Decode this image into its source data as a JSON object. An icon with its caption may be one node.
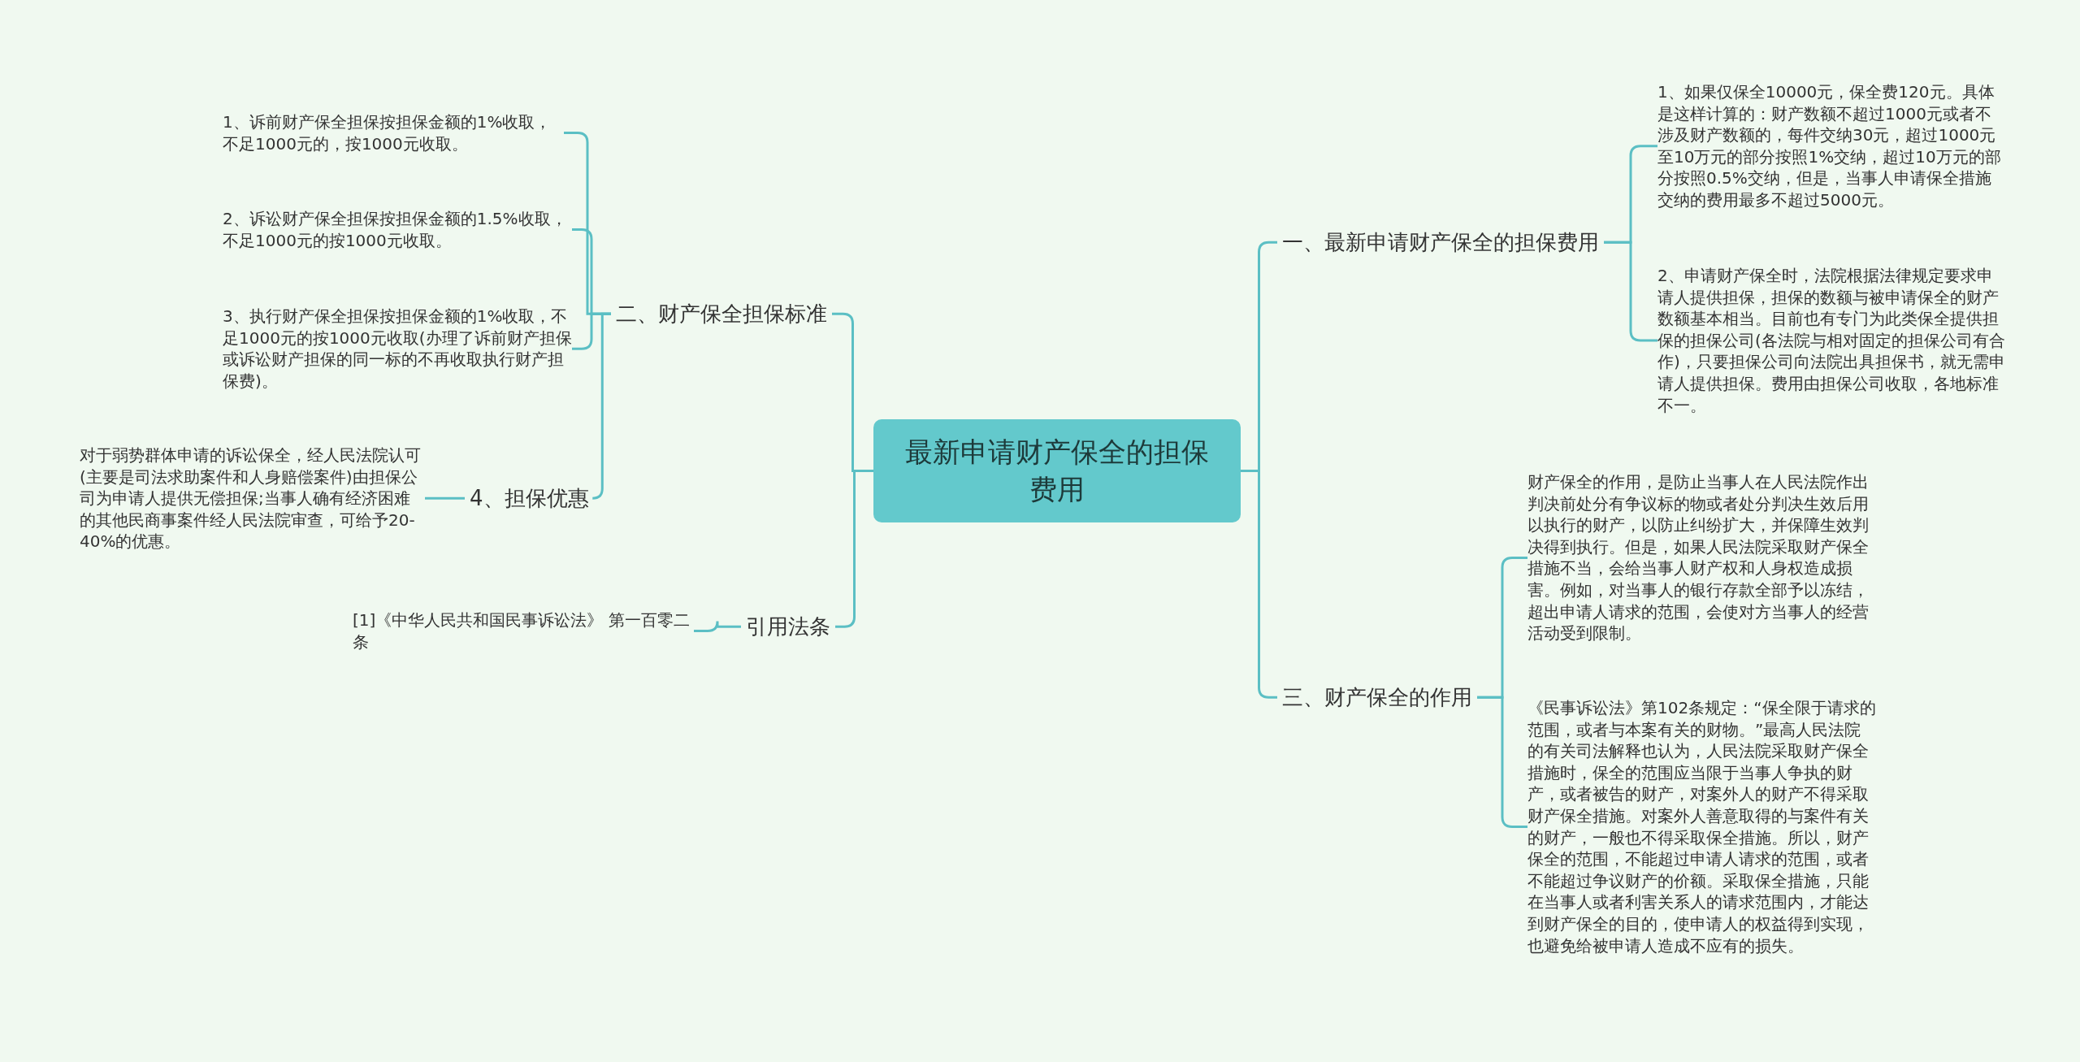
{
  "diagram": {
    "nodes": [
      {
        "text": [
          "最新申请财产保全的担保费用"
        ]
      },
      {
        "text": [
          "一、最新申请财产保全的担保费用"
        ]
      },
      {
        "text": [
          "1、如果仅保全10000元，保全费120元。具体是这样计算的：财产数额不超过1000元或者不涉及财产数额的，每件交纳30元，超过1000元至10万元的部分按照1%交纳，超过10万元的部分按照0.5%交纳，但是，当事人申请保全措施交纳的费用最多不超过5000元。"
        ]
      },
      {
        "text": [
          "2、申请财产保全时，法院根据法律规定要求申请人提供担保，担保的数额与被申请保全的财产数额基本相当。目前也有专门为此类保全提供担保的担保公司(各法院与相对固定的担保公司有合作)，只要担保公司向法院出具担保书，就无需申请人提供担保。费用由担保公司收取，各地标准不一。"
        ]
      },
      {
        "text": [
          "三、财产保全的作用"
        ]
      },
      {
        "text": [
          "财产保全的作用，是防止当事人在人民法院作出判决前处分有争议标的物或者处分判决生效后用以执行的财产，以防止纠纷扩大，并保障生效判决得到执行。但是，如果人民法院采取财产保全措施不当，会给当事人财产权和人身权造成损害。例如，对当事人的银行存款全部予以冻结，超出申请人请求的范围，会使对方当事人的经营活动受到限制。"
        ]
      },
      {
        "text": [
          "《民事诉讼法》第102条规定：“保全限于请求的范围，或者与本案有关的财物。”最高人民法院的有关司法解释也认为，人民法院采取财产保全措施时，保全的范围应当限于当事人争执的财产，或者被告的财产，对案外人的财产不得采取财产保全措施。对案外人善意取得的与案件有关的财产，一般也不得采取保全措施。所以，财产保全的范围，不能超过申请人请求的范围，或者不能超过争议财产的价额。采取保全措施，只能在当事人或者利害关系人的请求范围内，才能达到财产保全的目的，使申请人的权益得到实现，也避免给被申请人造成不应有的损失。"
        ]
      },
      {
        "text": [
          "二、财产保全担保标准"
        ]
      },
      {
        "text": [
          "1、诉前财产保全担保按担保金额的1%收取，不足1000元的，按1000元收取。"
        ]
      },
      {
        "text": [
          "2、诉讼财产保全担保按担保金额的1.5%收取，不足1000元的按1000元收取。"
        ]
      },
      {
        "text": [
          "3、执行财产保全担保按担保金额的1%收取，不足1000元的按1000元收取(办理了诉前财产担保或诉讼财产担保的同一标的不再收取执行财产担保费)。"
        ]
      },
      {
        "text": [
          "4、担保优惠"
        ]
      },
      {
        "text": [
          "对于弱势群体申请的诉讼保全，经人民法院认可(主要是司法求助案件和人身赔偿案件)由担保公司为申请人提供无偿担保;当事人确有经济困难的其他民商事案件经人民法院审查，可给予20-40%的优惠。"
        ]
      },
      {
        "text": [
          "引用法条"
        ]
      },
      {
        "text": [
          "[1]《中华人民共和国民事诉讼法》 第一百零二条"
        ]
      }
    ],
    "edges": [
      {
        "from": 0,
        "to": 1,
        "arrow": "none"
      },
      {
        "from": 1,
        "to": 2,
        "arrow": "none"
      },
      {
        "from": 1,
        "to": 3,
        "arrow": "none"
      },
      {
        "from": 0,
        "to": 4,
        "arrow": "none"
      },
      {
        "from": 4,
        "to": 5,
        "arrow": "none"
      },
      {
        "from": 4,
        "to": 6,
        "arrow": "none"
      },
      {
        "from": 0,
        "to": 7,
        "arrow": "none"
      },
      {
        "from": 7,
        "to": 8,
        "arrow": "none"
      },
      {
        "from": 7,
        "to": 9,
        "arrow": "none"
      },
      {
        "from": 7,
        "to": 10,
        "arrow": "none"
      },
      {
        "from": 7,
        "to": 11,
        "arrow": "none"
      },
      {
        "from": 11,
        "to": 12,
        "arrow": "none"
      },
      {
        "from": 0,
        "to": 13,
        "arrow": "none"
      },
      {
        "from": 13,
        "to": 14,
        "arrow": "none"
      }
    ]
  }
}
